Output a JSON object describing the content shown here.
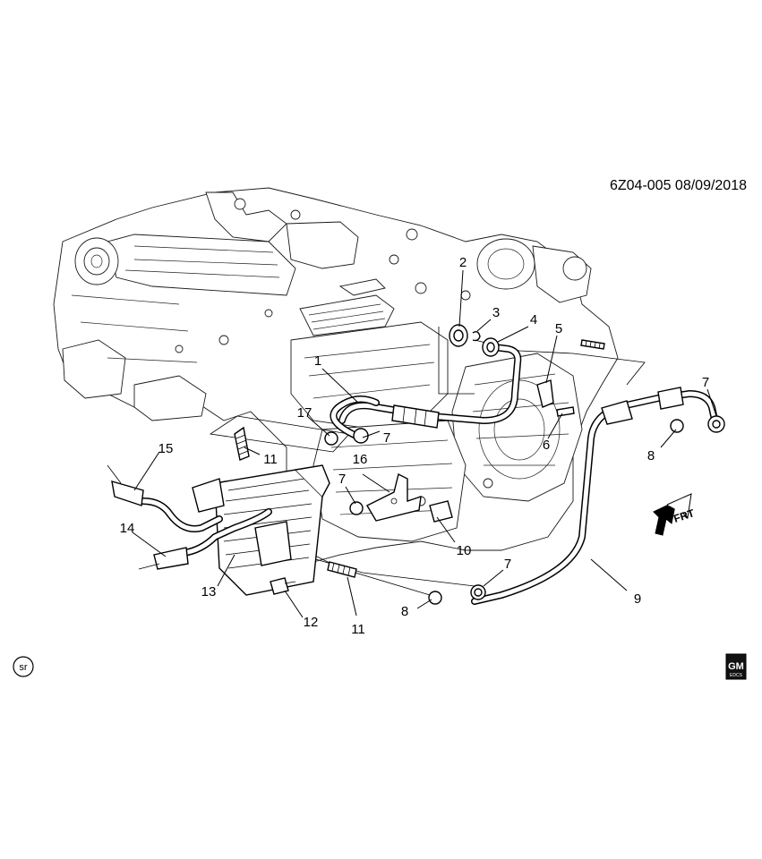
{
  "diagram": {
    "reference": "6Z04-005  08/09/2018",
    "sr_badge": "sr",
    "logo_text": "GM",
    "logo_subtext": "EDCS",
    "frt_label": "FRT",
    "callouts": {
      "c1": "1",
      "c2": "2",
      "c3": "3",
      "c4": "4",
      "c5": "5",
      "c6": "6",
      "c7a": "7",
      "c7b": "7",
      "c7c": "7",
      "c7d": "7",
      "c8a": "8",
      "c8b": "8",
      "c9": "9",
      "c10": "10",
      "c11a": "11",
      "c11b": "11",
      "c12": "12",
      "c13": "13",
      "c14": "14",
      "c15": "15",
      "c16": "16",
      "c17": "17"
    }
  }
}
